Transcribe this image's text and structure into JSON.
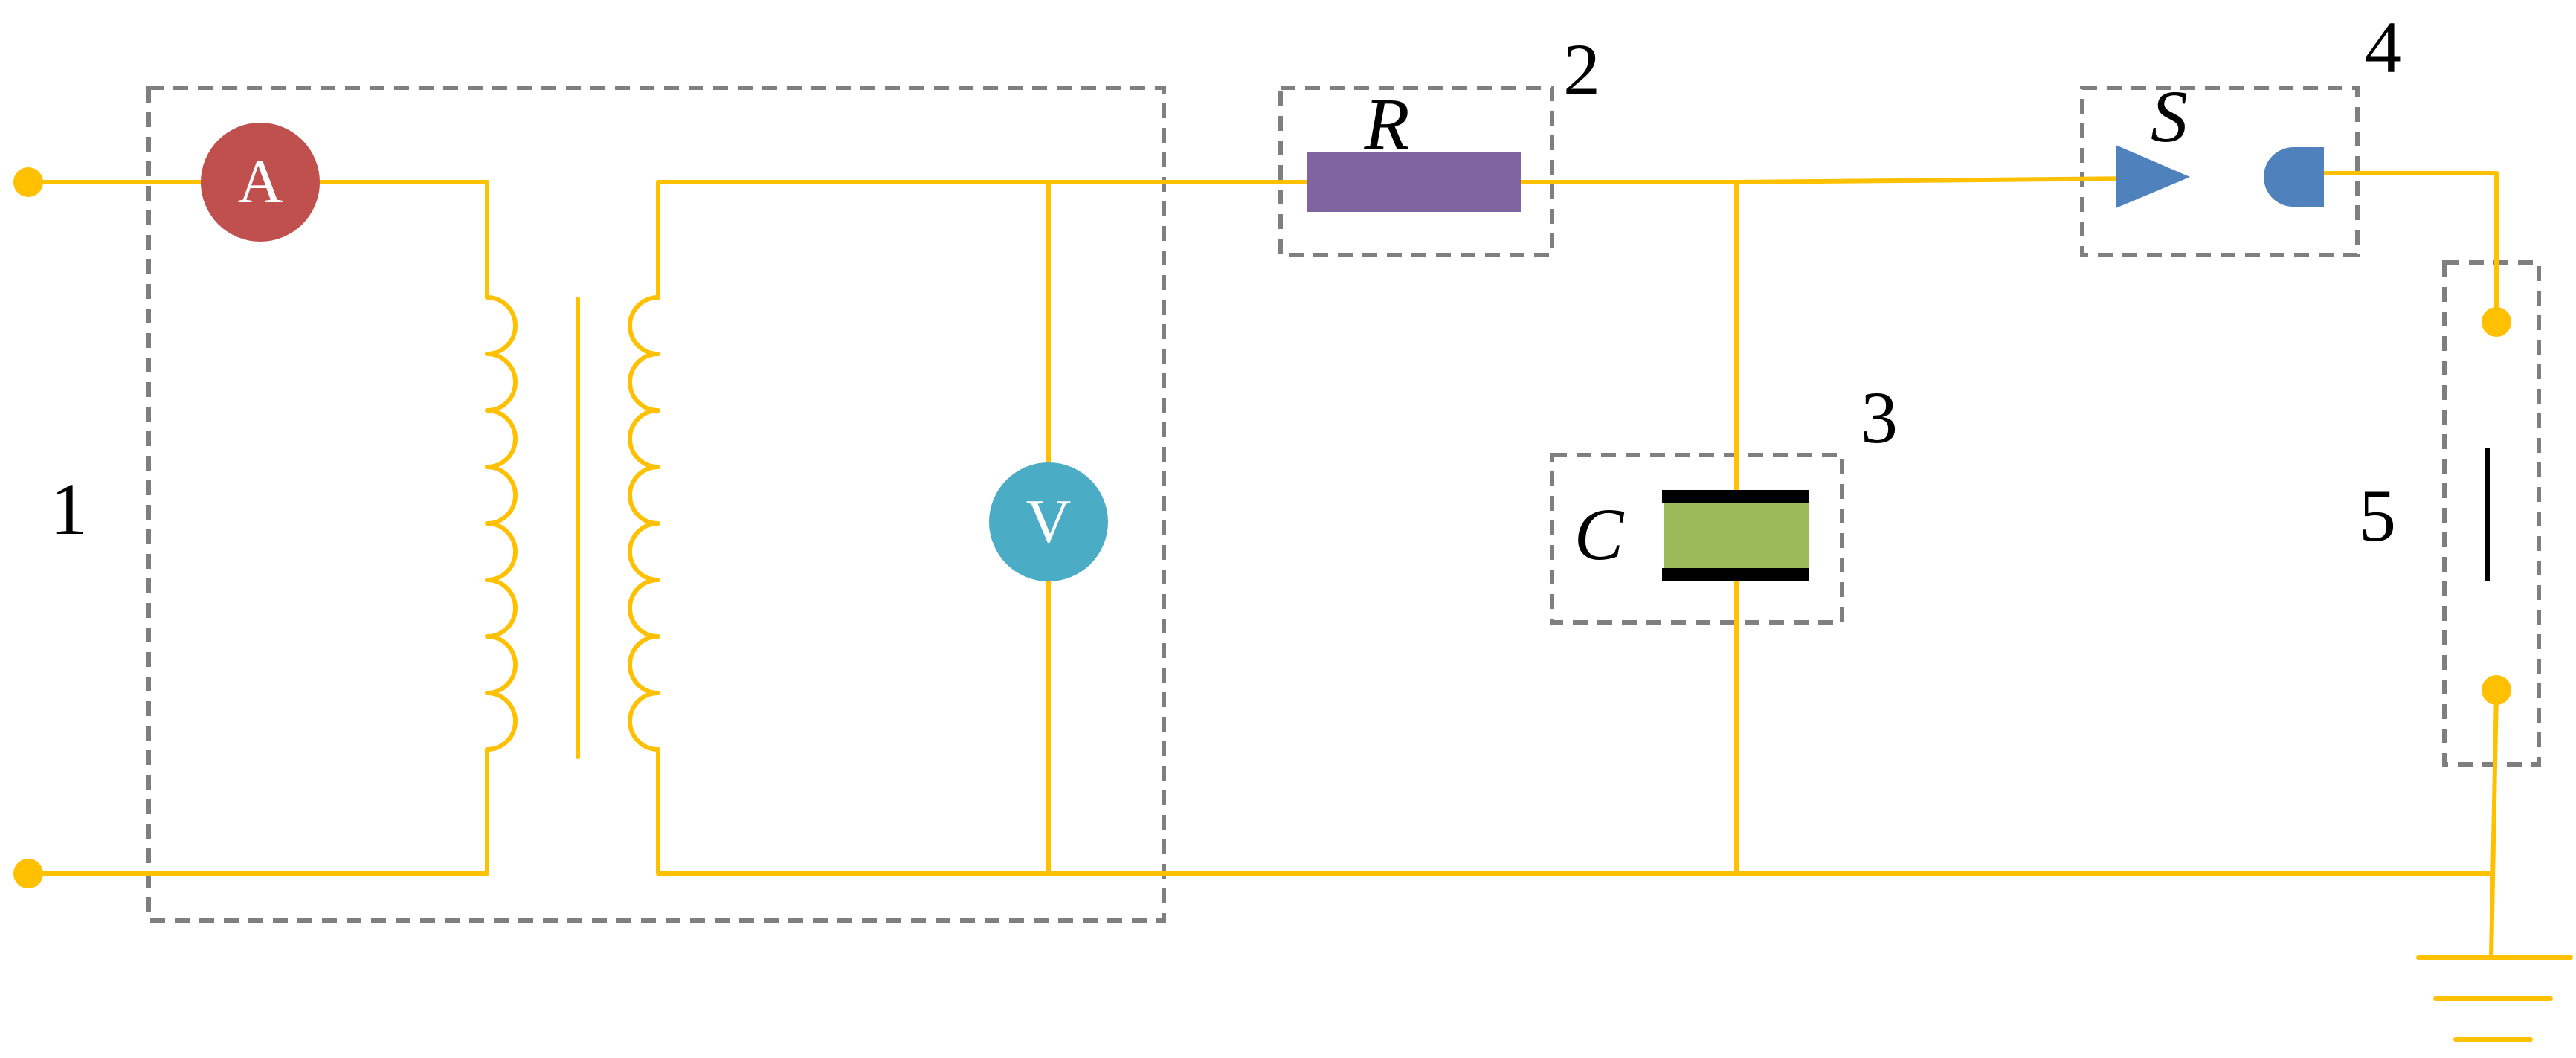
{
  "labels": {
    "source_number": "1",
    "resistor_number": "2",
    "capacitor_number": "3",
    "switch_number": "4",
    "load_number": "5",
    "resistor_symbol": "R",
    "capacitor_symbol": "C",
    "switch_symbol": "S",
    "ammeter_symbol": "A",
    "voltmeter_symbol": "V"
  },
  "colors": {
    "wire": "#FFC000",
    "ammeter": "#C0504D",
    "voltmeter": "#4BACC6",
    "resistor": "#8064A2",
    "capacitor_dielectric": "#9BBB59",
    "switch": "#4F81BD",
    "dashed_box": "#7F7F7F",
    "capacitor_plate": "#000000"
  }
}
